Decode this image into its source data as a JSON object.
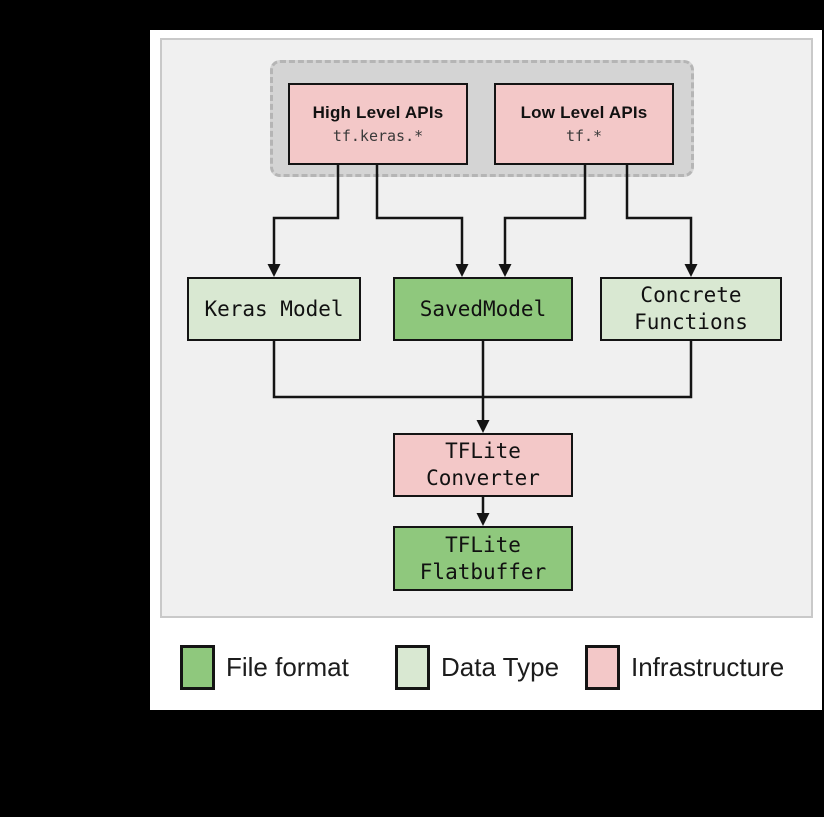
{
  "diagram": {
    "api_group": {
      "high_level": {
        "title": "High Level APIs",
        "code": "tf.keras.*"
      },
      "low_level": {
        "title": "Low Level APIs",
        "code": "tf.*"
      }
    },
    "nodes": {
      "keras_model": {
        "label": "Keras Model"
      },
      "saved_model": {
        "label": "SavedModel"
      },
      "concrete_functions": {
        "line1": "Concrete",
        "line2": "Functions"
      },
      "tflite_converter": {
        "line1": "TFLite",
        "line2": "Converter"
      },
      "tflite_flatbuffer": {
        "line1": "TFLite",
        "line2": "Flatbuffer"
      }
    }
  },
  "legend": {
    "items": [
      {
        "label": "File format",
        "color": "#8fc87d"
      },
      {
        "label": "Data Type",
        "color": "#d9e8d2"
      },
      {
        "label": "Infrastructure",
        "color": "#f3c8c8"
      }
    ]
  },
  "colors": {
    "file_format_green": "#8fc87d",
    "data_type_green": "#d9e8d2",
    "infrastructure_pink": "#f3c8c8",
    "outline": "#141414",
    "panel_gray": "#f0f0f0",
    "api_group_gray": "#d4d4d4"
  }
}
